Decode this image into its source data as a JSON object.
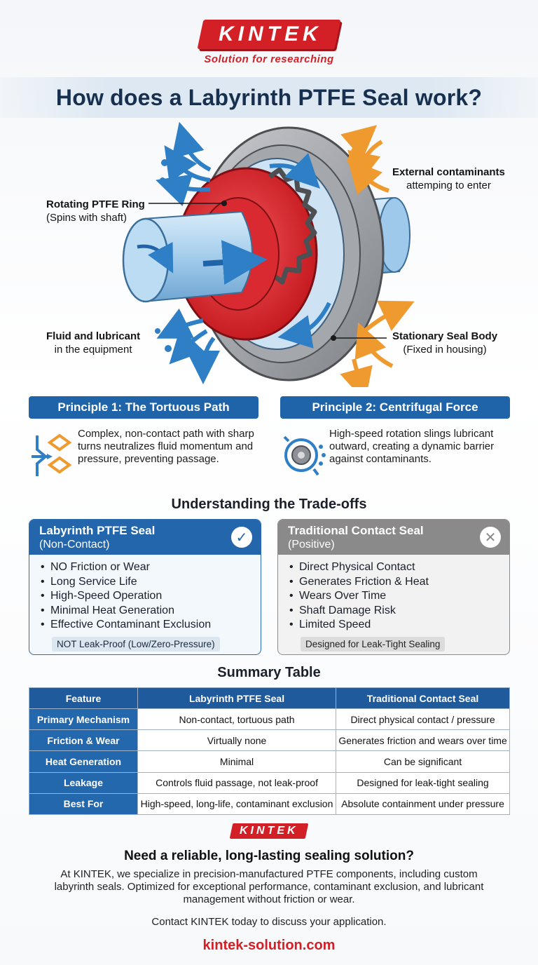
{
  "brand": {
    "logo_text": "KINTEK",
    "tagline": "Solution for researching"
  },
  "title": "How does a Labyrinth PTFE Seal work?",
  "diagram": {
    "callouts": {
      "rotating_ring": {
        "title": "Rotating PTFE Ring",
        "sub": "(Spins with shaft)"
      },
      "contaminants": {
        "title": "External contaminants",
        "sub": "attemping to enter"
      },
      "fluid": {
        "title": "Fluid and lubricant",
        "sub": "in the equipment"
      },
      "seal_body": {
        "title": "Stationary Seal Body",
        "sub": "(Fixed in housing)"
      }
    },
    "colors": {
      "ring": "#e0262c",
      "shaft": "#aed3ee",
      "housing": "#9c9ea3",
      "fluid_arrow": "#2f7fc6",
      "contaminant_arrow": "#ee9a2f"
    }
  },
  "principles": [
    {
      "heading": "Principle 1: The Tortuous Path",
      "text": "Complex, non-contact path with sharp turns neutralizes fluid momentum and pressure, preventing passage.",
      "icon": "tortuous-path-icon"
    },
    {
      "heading": "Principle 2: Centrifugal Force",
      "text": "High-speed rotation slings lubricant outward, creating a dynamic barrier against contaminants.",
      "icon": "centrifugal-icon"
    }
  ],
  "tradeoffs": {
    "title": "Understanding the Trade-offs",
    "labyrinth": {
      "title": "Labyrinth PTFE Seal",
      "subtitle": "(Non-Contact)",
      "items": [
        "NO Friction or Wear",
        "Long Service Life",
        "High-Speed Operation",
        "Minimal Heat Generation",
        "Effective Contaminant Exclusion"
      ],
      "note": "NOT Leak-Proof (Low/Zero-Pressure)",
      "icon": "check-icon"
    },
    "contact": {
      "title": "Traditional Contact Seal",
      "subtitle": "(Positive)",
      "items": [
        "Direct Physical Contact",
        "Generates Friction & Heat",
        "Wears Over Time",
        "Shaft Damage Risk",
        "Limited Speed"
      ],
      "note": "Designed for Leak-Tight Sealing",
      "icon": "x-icon"
    }
  },
  "summary": {
    "title": "Summary Table",
    "headers": [
      "Feature",
      "Labyrinth PTFE Seal",
      "Traditional Contact Seal"
    ],
    "rows": [
      [
        "Primary Mechanism",
        "Non-contact, tortuous path",
        "Direct physical contact / pressure"
      ],
      [
        "Friction & Wear",
        "Virtually none",
        "Generates friction and wears over time"
      ],
      [
        "Heat Generation",
        "Minimal",
        "Can be significant"
      ],
      [
        "Leakage",
        "Controls fluid passage, not leak-proof",
        "Designed for leak-tight sealing"
      ],
      [
        "Best For",
        "High-speed, long-life, contaminant exclusion",
        "Absolute containment under pressure"
      ]
    ]
  },
  "footer": {
    "logo_text": "KINTEK",
    "headline": "Need a reliable, long-lasting sealing solution?",
    "body": "At KINTEK, we specialize in precision-manufactured PTFE components, including custom labyrinth seals. Optimized for exceptional performance, contaminant exclusion, and lubricant management without friction or wear.",
    "contact": "Contact KINTEK today to discuss your application.",
    "website": "kintek-solution.com"
  }
}
